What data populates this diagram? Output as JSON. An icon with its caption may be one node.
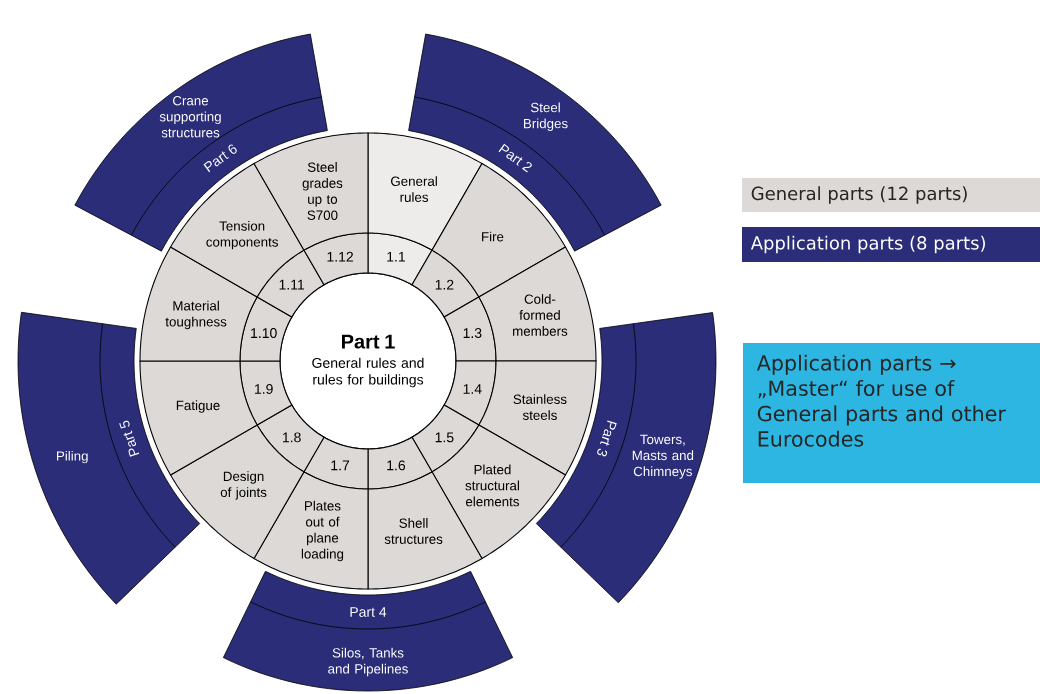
{
  "diagram": {
    "nodes": [
      {
        "text": [
          "Part 1",
          "General rules and rules for buildings"
        ]
      },
      {
        "text": [
          "General rules",
          "1.1"
        ]
      },
      {
        "text": [
          "Fire",
          "1.2"
        ]
      },
      {
        "text": [
          "1.3",
          "Cold-formed members"
        ]
      },
      {
        "text": [
          "1.4",
          "Stainless steels"
        ]
      },
      {
        "text": [
          "1.5",
          "Plated structural elements"
        ]
      },
      {
        "text": [
          "1.6",
          "Shell structures"
        ]
      },
      {
        "text": [
          "1.7",
          "Plates out of plane loading"
        ]
      },
      {
        "text": [
          "Design of joints",
          "1.8"
        ]
      },
      {
        "text": [
          "Fatigue",
          "1.9"
        ]
      },
      {
        "text": [
          "Material toughness",
          "1.10"
        ]
      },
      {
        "text": [
          "Tension components",
          "1.11"
        ]
      },
      {
        "text": [
          "Steel grades up to S700",
          "1.12"
        ]
      },
      {
        "text": [
          "Crane supporting structures",
          "Part 6"
        ]
      },
      {
        "text": [
          "Steel Bridges",
          "Part 2"
        ]
      },
      {
        "text": [
          "Part 3",
          "Towers, Masts and Chimneys"
        ]
      },
      {
        "text": [
          "Part 4",
          "Silos, Tanks and Pipelines"
        ]
      },
      {
        "text": [
          "Piling",
          "Part 5"
        ]
      },
      {
        "text": [
          "Application parts → „Master“ for use of General parts and other Eurocodes"
        ]
      }
    ],
    "legend": [
      {
        "text": "General parts (12 parts)",
        "color": "#dcd9d6"
      },
      {
        "text": "Application parts (8 parts)",
        "color": "#2b2d78"
      }
    ]
  }
}
